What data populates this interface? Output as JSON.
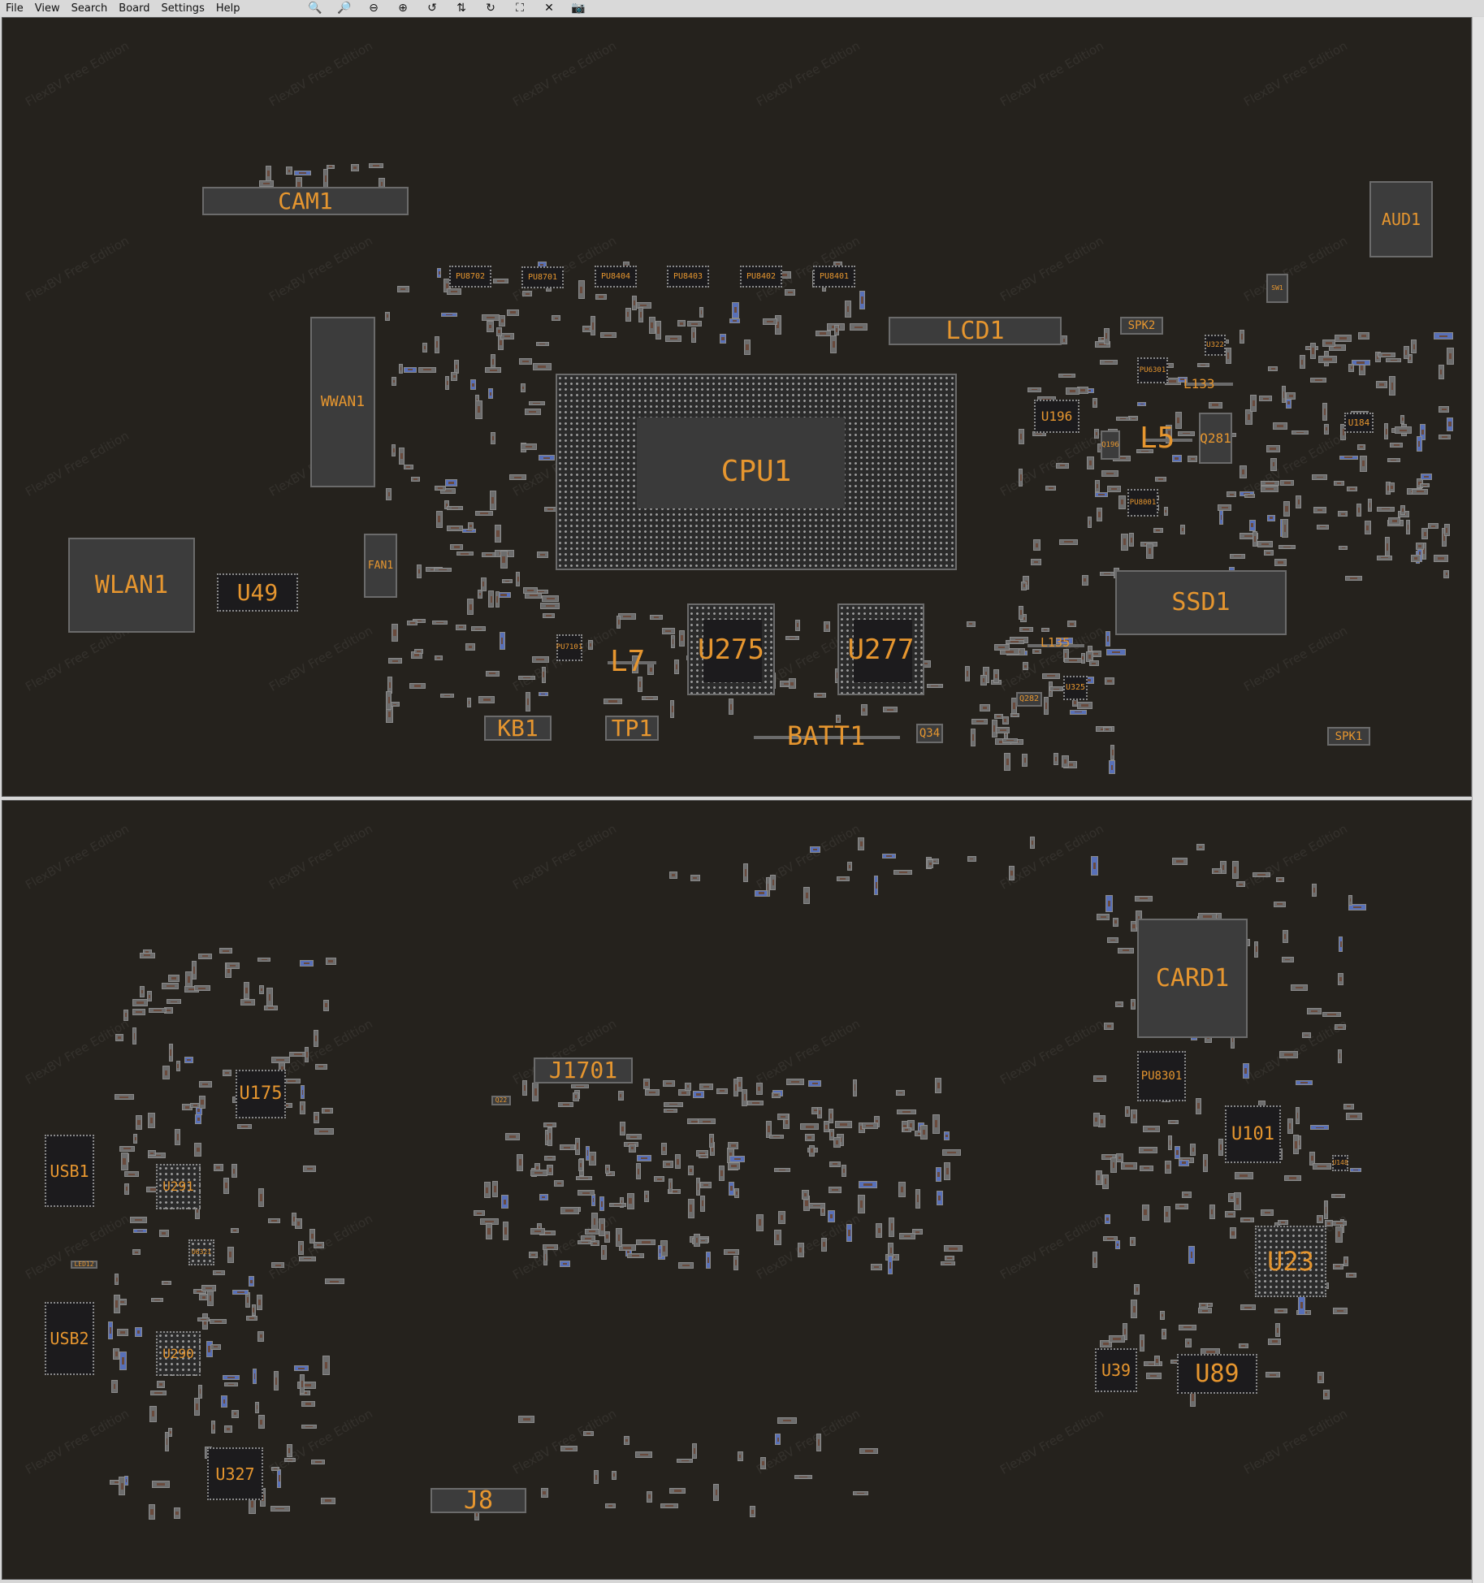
{
  "menu": [
    "File",
    "View",
    "Search",
    "Board",
    "Settings",
    "Help"
  ],
  "toolbar": {
    "icons": [
      "zoom-out-icon",
      "zoom-in-icon",
      "minus-circle-icon",
      "plus-circle-icon",
      "rotate-ccw-icon",
      "flip-icon",
      "rotate-cw-icon",
      "fit-icon",
      "close-icon",
      "camera-icon"
    ],
    "glyphs": [
      "🔍",
      "🔎",
      "⊖",
      "⊕",
      "↺",
      "⇅",
      "↻",
      "⛶",
      "✕",
      "📷"
    ]
  },
  "watermark": "FlexBV Free Edition",
  "top": {
    "CAM1": "CAM1",
    "AUD1": "AUD1",
    "WWAN1": "WWAN1",
    "LCD1": "LCD1",
    "SPK2": "SPK2",
    "CPU1": "CPU1",
    "WLAN1": "WLAN1",
    "U49": "U49",
    "FAN1": "FAN1",
    "SSD1": "SSD1",
    "U275": "U275",
    "U277": "U277",
    "L7": "L7",
    "KB1": "KB1",
    "TP1": "TP1",
    "BATT1": "BATT1",
    "Q34": "Q34",
    "SPK1": "SPK1",
    "U196": "U196",
    "L5": "L5",
    "Q281": "Q281",
    "L133": "L133",
    "U184": "U184",
    "Q196": "Q196",
    "PU6301": "PU6301",
    "PU8001": "PU8001",
    "U325": "U325",
    "Q282": "Q282",
    "L135": "L135",
    "U322": "U322",
    "PU7101": "PU7101",
    "SW1": "SW1",
    "PU8702": "PU8702",
    "PU8701": "PU8701",
    "PU8404": "PU8404",
    "PU8403": "PU8403",
    "PU8402": "PU8402",
    "PU8401": "PU8401"
  },
  "bottom": {
    "CARD1": "CARD1",
    "J1701": "J1701",
    "U175": "U175",
    "USB1": "USB1",
    "USB2": "USB2",
    "U291": "U291",
    "U290": "U290",
    "U327": "U327",
    "J8": "J8",
    "PU8301": "PU8301",
    "U101": "U101",
    "U23": "U23",
    "U39": "U39",
    "U89": "U89",
    "U6321": "U6321",
    "LED12": "LED12",
    "Q22": "Q22",
    "U148": "U148"
  }
}
